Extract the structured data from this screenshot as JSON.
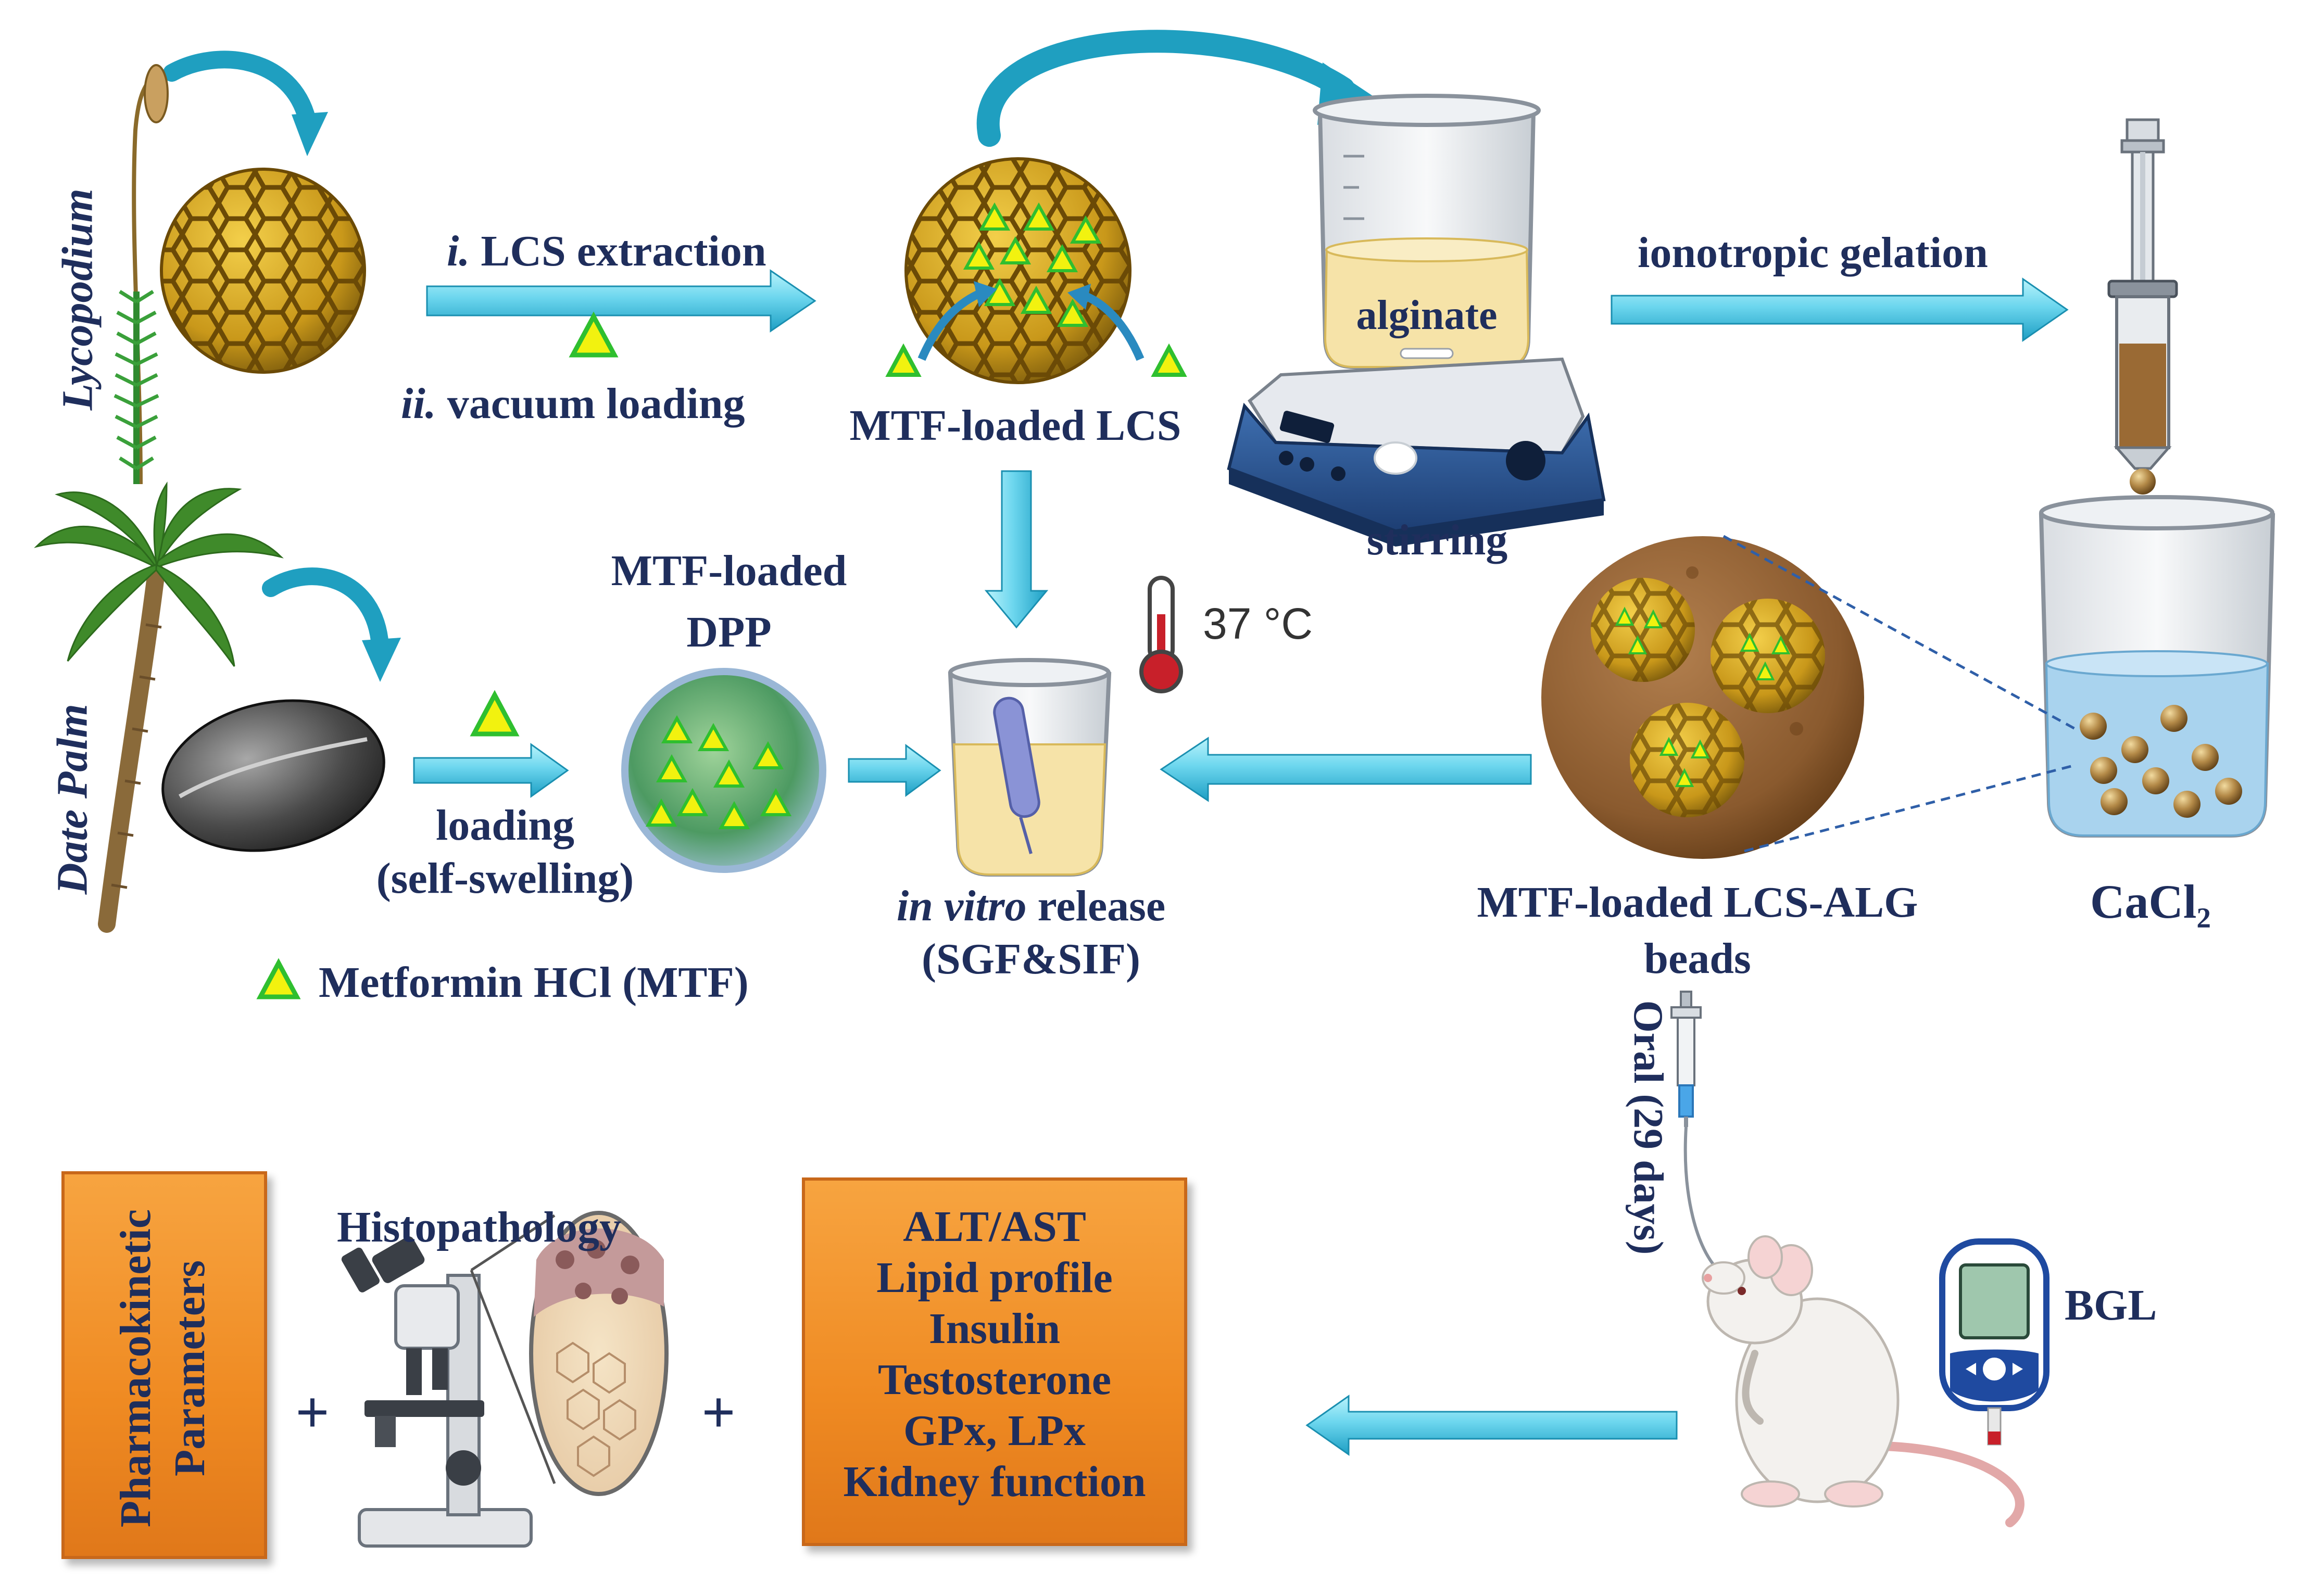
{
  "labels": {
    "lycopodium": "Lycopodium",
    "date_palm": "Date Palm",
    "step_i_num": "i.",
    "step_i_text": " LCS extraction",
    "step_ii_num": "ii.",
    "step_ii_text": " vacuum loading",
    "mtf_loaded_lcs": "MTF-loaded LCS",
    "alginate": "alginate",
    "stirring": "stirring",
    "ionotropic_gelation": "ionotropic gelation",
    "cacl2": "CaCl₂",
    "mtf_loaded_dpp_line1": "MTF-loaded",
    "mtf_loaded_dpp_line2": "DPP",
    "loading_line1": "loading",
    "loading_line2": "(self-swelling)",
    "temperature": "37 °C",
    "in_vitro_italic": "in vitro",
    "release_text": " release",
    "sgf_sif": "(SGF&SIF)",
    "beads_line1": "MTF-loaded LCS-ALG",
    "beads_line2": "beads",
    "legend_mtf": "Metformin HCl (MTF)",
    "oral": "Oral (29 days)",
    "bgl": "BGL",
    "histopathology": "Histopathology",
    "plus": "+"
  },
  "pk_box": {
    "line1": "Pharmacokinetic",
    "line2": "Parameters"
  },
  "bio_box": {
    "lines": [
      "ALT/AST",
      "Lipid profile",
      "Insulin",
      "Testosterone",
      "GPx, LPx",
      "Kidney function"
    ]
  },
  "colors": {
    "text": "#1f2e5c",
    "arrow_light": "#8fe7f5",
    "arrow_dark": "#1fa6c8",
    "orange_box": "#ef8a22",
    "drug_triangle": "#f2f20f",
    "drug_outline": "#2f9e2f",
    "pollen_gold": "#c9a01d",
    "bead_brown": "#8a5a2e"
  },
  "icons": [
    "lycopodium-plant-icon",
    "pollen-grain-icon",
    "date-palm-tree-icon",
    "date-seed-icon",
    "drug-triangle-icon",
    "beaker-icon",
    "magnetic-stirrer-icon",
    "syringe-icon",
    "thermometer-icon",
    "bead-icon",
    "microscope-icon",
    "rat-icon",
    "glucometer-icon",
    "curved-arrow-icon",
    "flow-arrow-icon"
  ]
}
